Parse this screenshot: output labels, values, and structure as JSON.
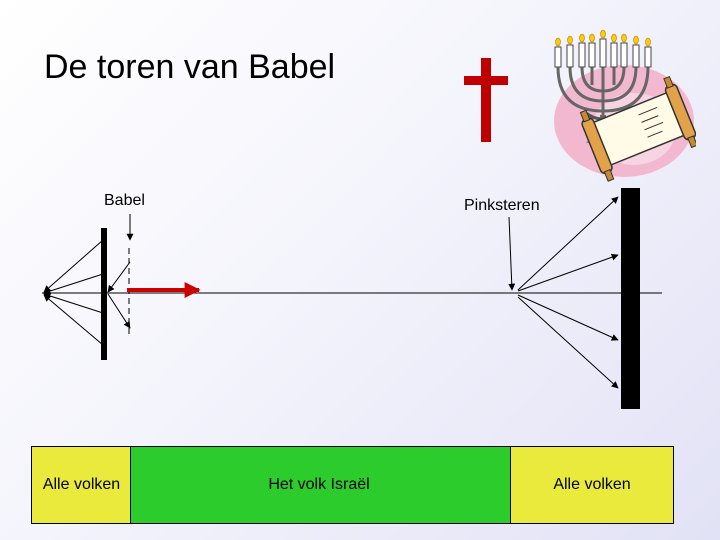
{
  "slide": {
    "title": "De toren van Babel",
    "label_babel": "Babel",
    "label_pinksteren": "Pinksteren",
    "boxes": {
      "left": "Alle volken",
      "middle": "Het volk Israël",
      "right": "Alle volken"
    },
    "icons": [
      "cross-icon",
      "menorah-torah-clipart"
    ],
    "colors": {
      "cross": "#c00000",
      "arrow": "#cc0000",
      "yellow_box": "#eaea3c",
      "green_box": "#2ccc2c",
      "bar": "#000000"
    }
  }
}
